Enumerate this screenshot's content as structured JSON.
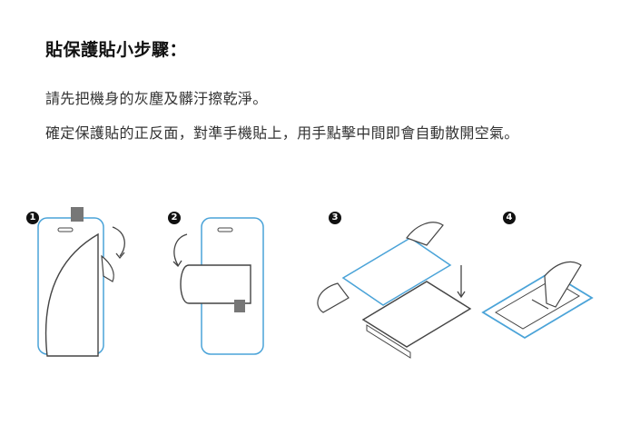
{
  "title": "貼保護貼小步驟：",
  "instructions": [
    "請先把機身的灰塵及髒汙擦乾淨。",
    "確定保護貼的正反面，對準手機貼上，用手點擊中間即會自動散開空氣。"
  ],
  "steps": [
    {
      "number": "1"
    },
    {
      "number": "2"
    },
    {
      "number": "3"
    },
    {
      "number": "4"
    }
  ],
  "colors": {
    "film": "#4aa3d8",
    "outline": "#444444",
    "tab": "#777777"
  }
}
